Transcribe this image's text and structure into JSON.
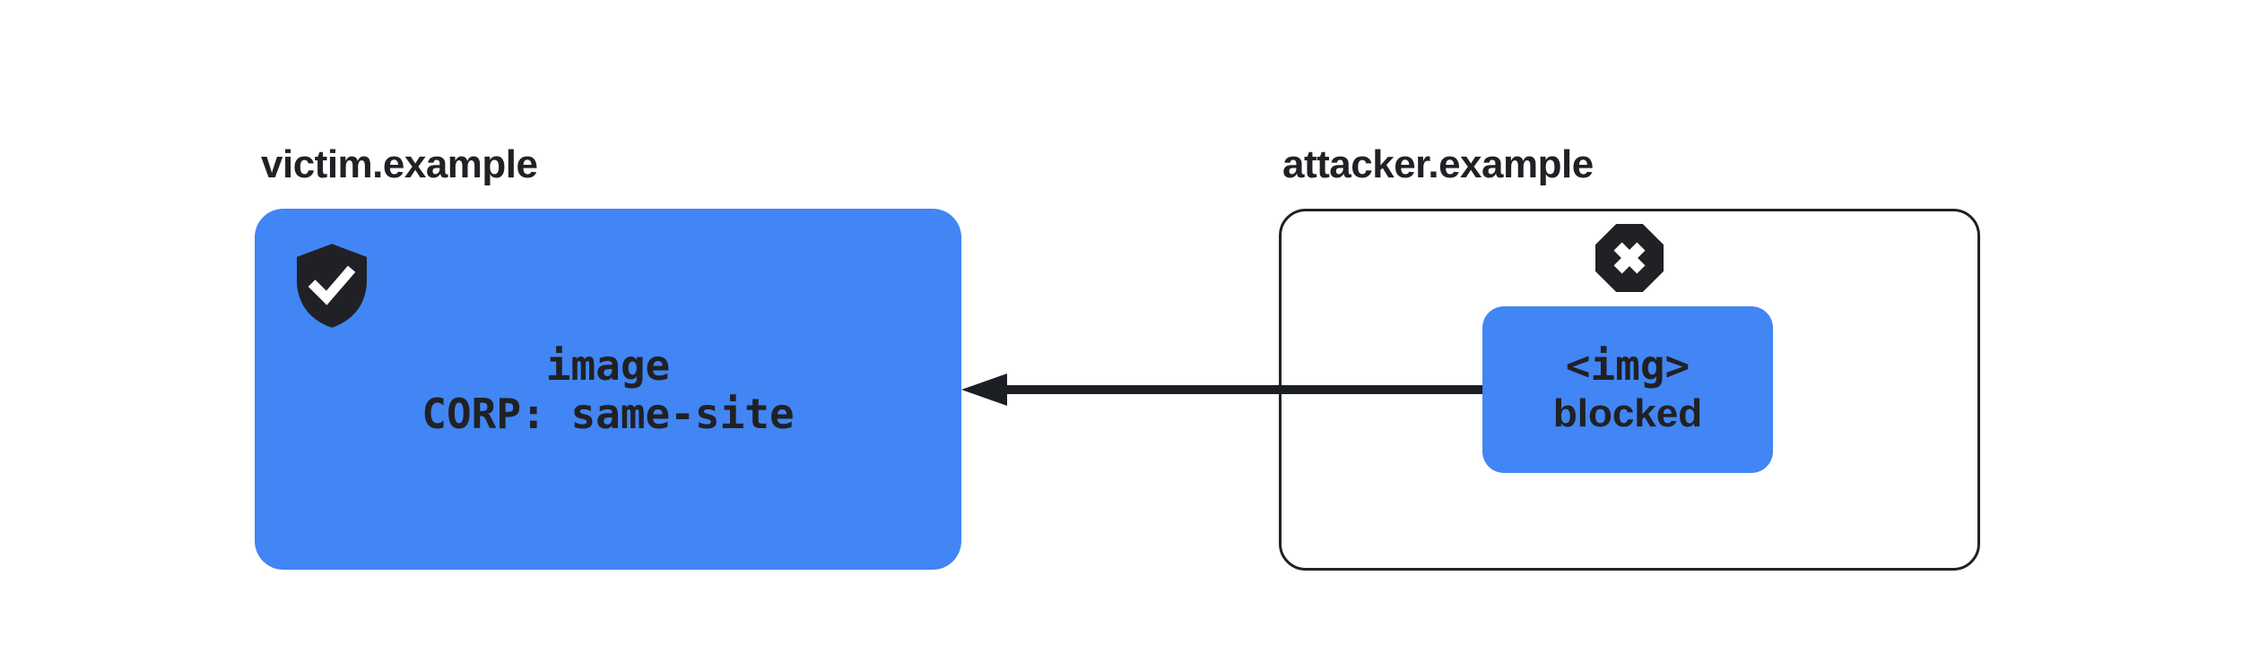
{
  "diagram": {
    "background": "#ffffff",
    "colors": {
      "accent_blue": "#4285f4",
      "dark": "#202124",
      "arrow_black": "#1b1e22",
      "icon_glyph_white": "#ffffff"
    },
    "victim": {
      "title": "victim.example",
      "icon": "shield-check-icon",
      "lines": [
        "image",
        "CORP: same-site"
      ]
    },
    "attacker": {
      "title": "attacker.example",
      "icon": "blocked-x-icon",
      "request": {
        "code": "<img>",
        "status": "blocked"
      }
    },
    "arrow": {
      "direction": "right-to-left",
      "style": "solid"
    }
  }
}
